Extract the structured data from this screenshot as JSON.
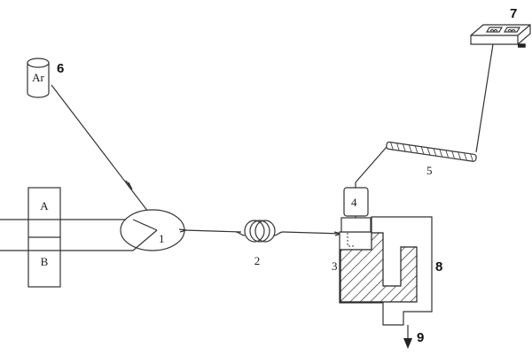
{
  "labels": {
    "box_a": "A",
    "box_b": "B",
    "ar": "Ar",
    "n1": "1",
    "n2": "2",
    "n3": "3",
    "n4": "4",
    "n5": "5",
    "n6": "6",
    "n7": "7",
    "n8": "8",
    "n9": "9"
  }
}
